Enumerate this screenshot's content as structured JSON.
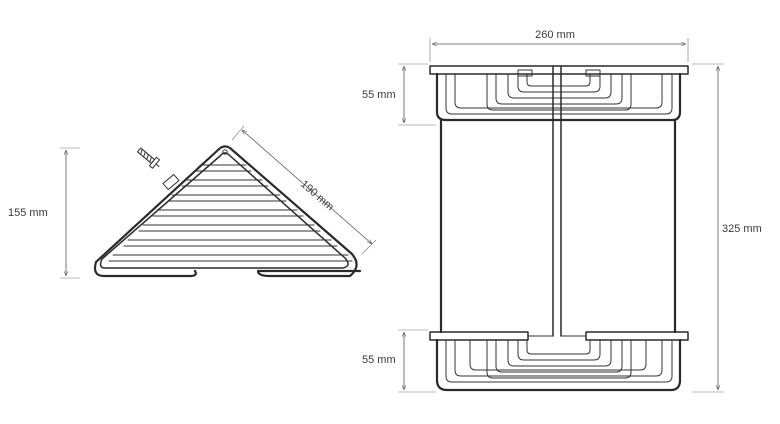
{
  "dimensions": {
    "height_left": "155 mm",
    "diagonal": "190 mm",
    "width_top": "260 mm",
    "top_basket_height": "55 mm",
    "bottom_basket_height": "55 mm",
    "total_height": "325 mm"
  }
}
